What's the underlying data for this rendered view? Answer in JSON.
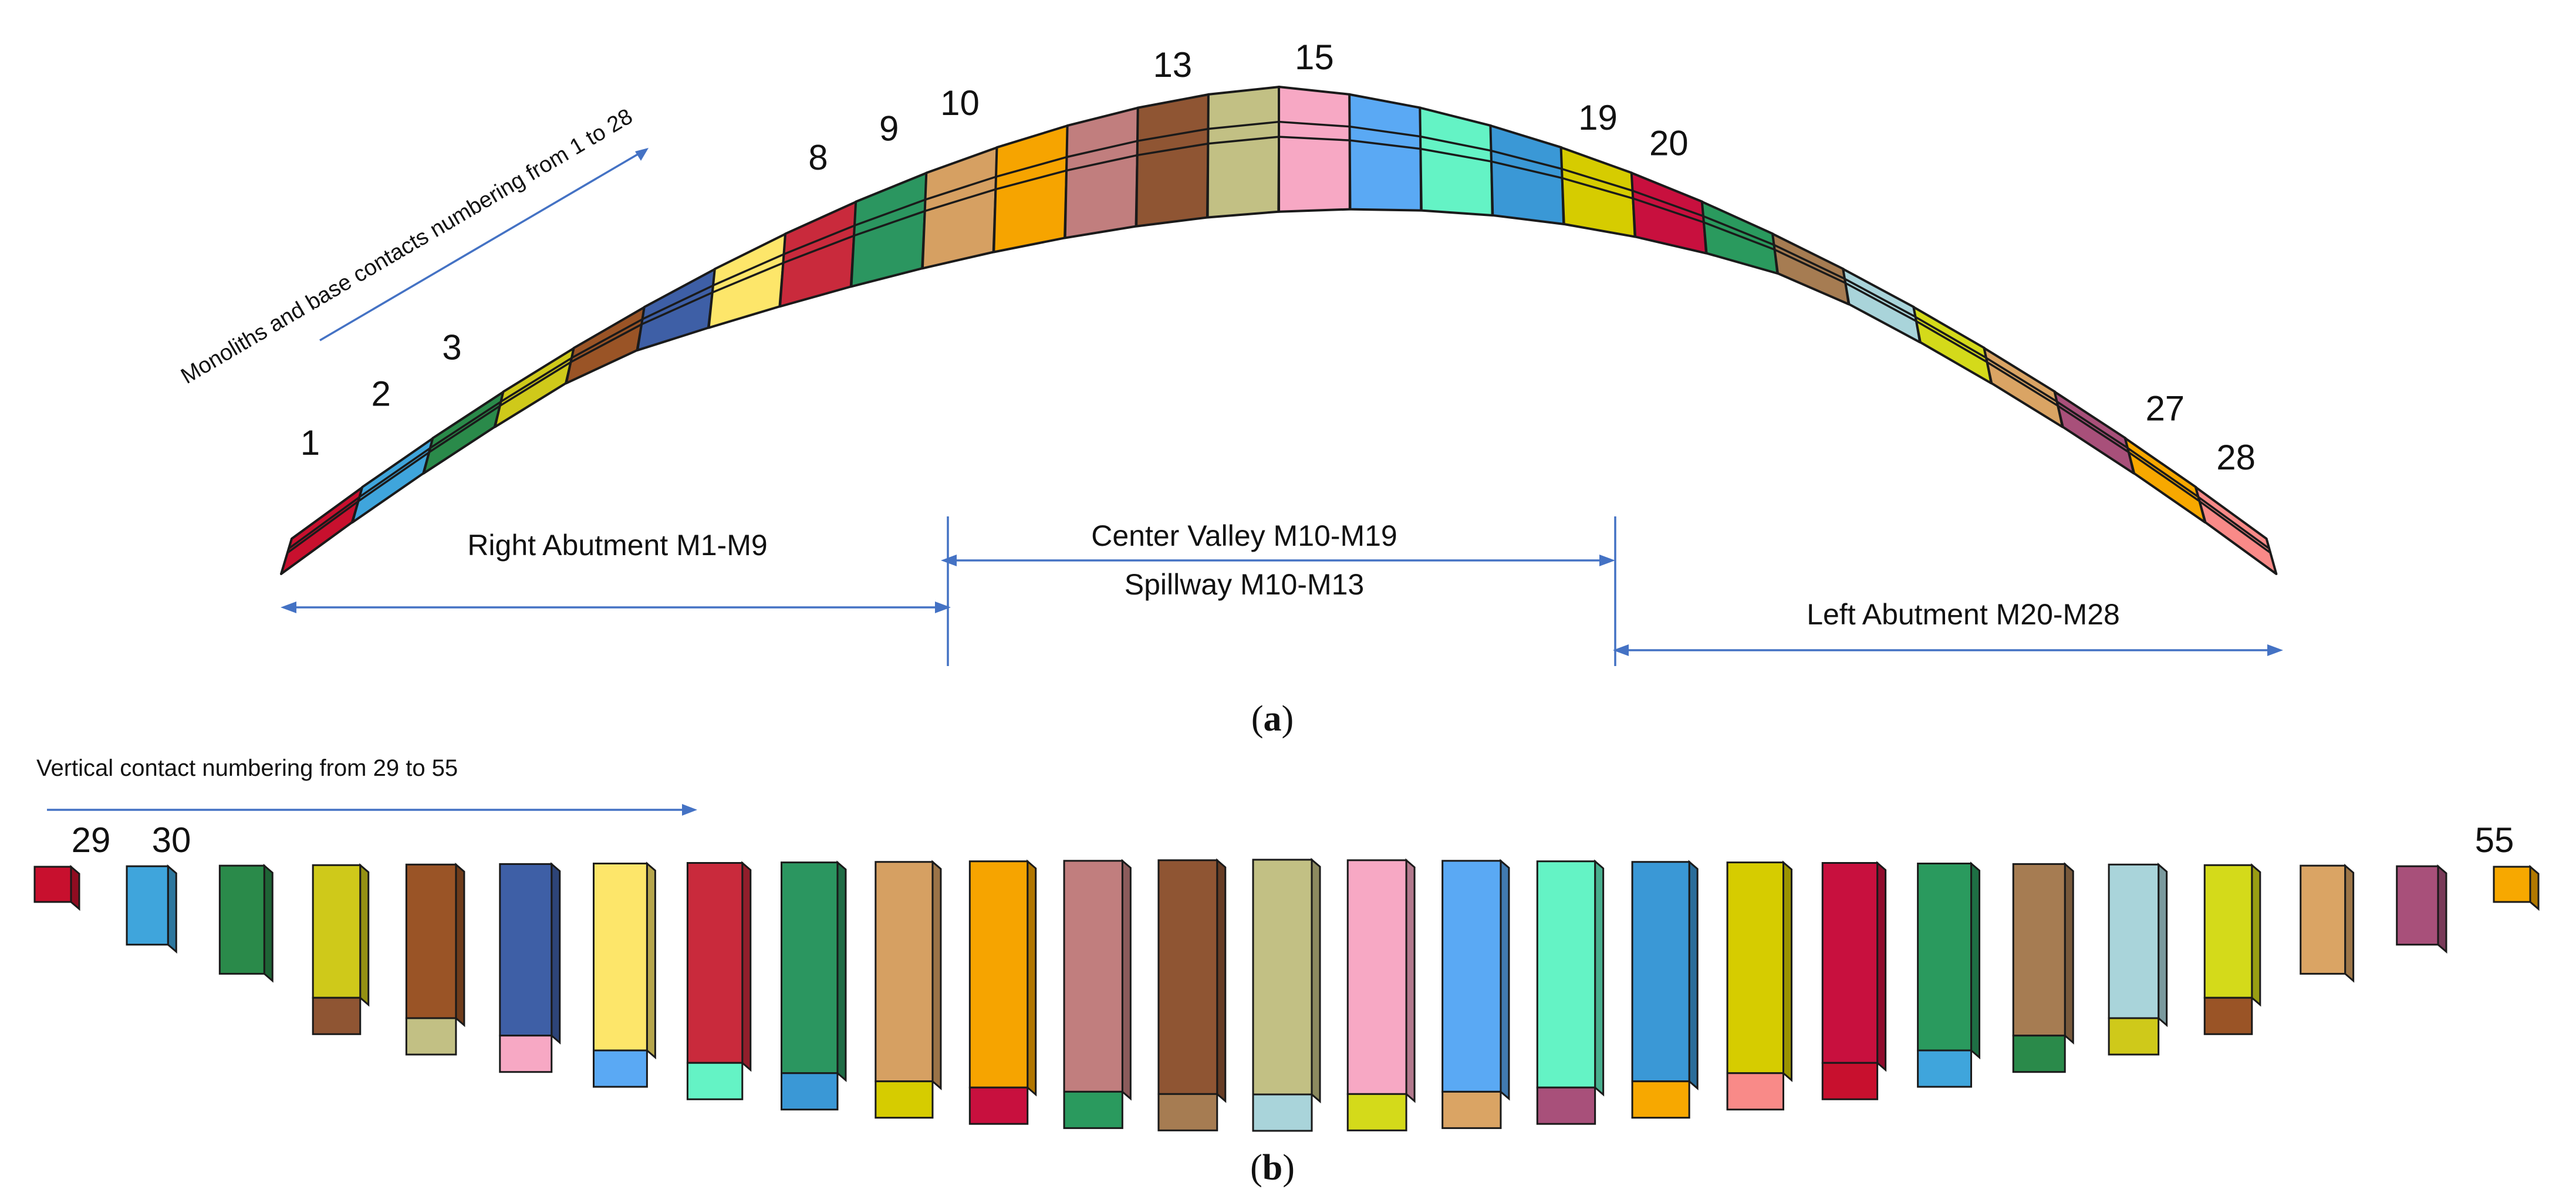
{
  "panel_a": {
    "monoliths": [
      {
        "id": 1,
        "label": "1",
        "color": "#c8102e"
      },
      {
        "id": 2,
        "label": "2",
        "color": "#3fa5dc"
      },
      {
        "id": 3,
        "label": "3",
        "color": "#2a8a4a"
      },
      {
        "id": 4,
        "label": "",
        "color": "#cfc91a"
      },
      {
        "id": 5,
        "label": "",
        "color": "#9a5426"
      },
      {
        "id": 6,
        "label": "",
        "color": "#3e5fa6"
      },
      {
        "id": 7,
        "label": "",
        "color": "#fde66a"
      },
      {
        "id": 8,
        "label": "8",
        "color": "#c92a3c"
      },
      {
        "id": 9,
        "label": "9",
        "color": "#2b9660"
      },
      {
        "id": 10,
        "label": "10",
        "color": "#d6a062"
      },
      {
        "id": 11,
        "label": "",
        "color": "#f6a400"
      },
      {
        "id": 12,
        "label": "",
        "color": "#c17e7e"
      },
      {
        "id": 13,
        "label": "13",
        "color": "#8f5533"
      },
      {
        "id": 14,
        "label": "",
        "color": "#c2c084"
      },
      {
        "id": 15,
        "label": "15",
        "color": "#f7a8c4"
      },
      {
        "id": 16,
        "label": "",
        "color": "#5aa9f4"
      },
      {
        "id": 17,
        "label": "",
        "color": "#64f3c5"
      },
      {
        "id": 18,
        "label": "",
        "color": "#3a98d6"
      },
      {
        "id": 19,
        "label": "19",
        "color": "#d6cc00"
      },
      {
        "id": 20,
        "label": "20",
        "color": "#c8103e"
      },
      {
        "id": 21,
        "label": "",
        "color": "#2a9a5e"
      },
      {
        "id": 22,
        "label": "",
        "color": "#a67c52"
      },
      {
        "id": 23,
        "label": "",
        "color": "#a9d4da"
      },
      {
        "id": 24,
        "label": "",
        "color": "#d4da1a"
      },
      {
        "id": 25,
        "label": "",
        "color": "#daa464"
      },
      {
        "id": 26,
        "label": "",
        "color": "#a8507a"
      },
      {
        "id": 27,
        "label": "27",
        "color": "#f7a800"
      },
      {
        "id": 28,
        "label": "28",
        "color": "#f98a88"
      }
    ],
    "annotation": "Monoliths and base contacts numbering from 1 to 28",
    "right_abutment": "Right Abutment M1-M9",
    "center_valley": "Center Valley M10-M19",
    "spillway": "Spillway M10-M13",
    "left_abutment": "Left Abutment M20-M28",
    "caption_letter": "a"
  },
  "panel_b": {
    "annotation": "Vertical contact numbering from 29 to 55",
    "labels": {
      "first": "29",
      "second": "30",
      "last": "55"
    },
    "caption_letter": "b"
  }
}
